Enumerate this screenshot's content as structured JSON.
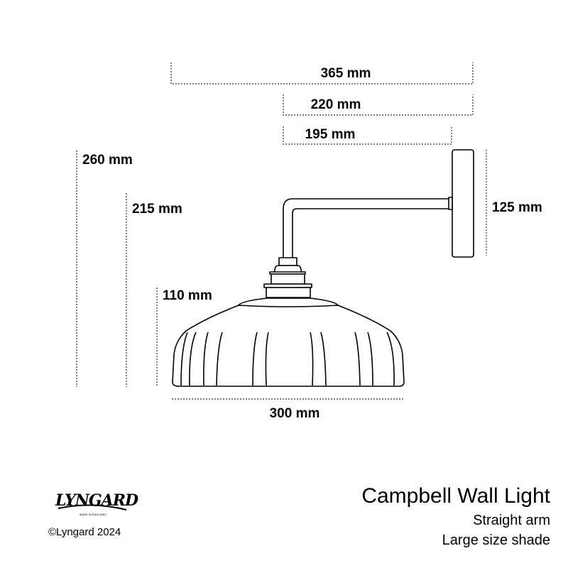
{
  "dimensions": {
    "overall_width": "365 mm",
    "arm_projection": "220 mm",
    "arm_length": "195 mm",
    "overall_height": "260 mm",
    "drop_height": "215 mm",
    "shade_height": "110 mm",
    "backplate_height": "125 mm",
    "shade_diameter": "300 mm"
  },
  "product": {
    "name": "Campbell Wall Light",
    "arm": "Straight arm",
    "shade": "Large size shade"
  },
  "brand": {
    "logo_text": "LYNGARD",
    "logo_subtext": "MADE IN ENGLAND",
    "copyright": "©Lyngard 2024"
  }
}
